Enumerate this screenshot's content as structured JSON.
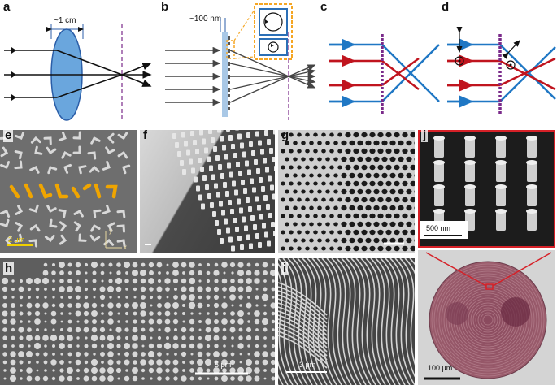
{
  "panel_labels": [
    "a",
    "b",
    "c",
    "d",
    "e",
    "f",
    "g",
    "h",
    "i",
    "j"
  ],
  "annotations": {
    "a_scale": "~1 cm",
    "b_scale": "~100 nm",
    "e_scale": "2 μm",
    "e_axis_y": "y",
    "e_axis_x": "x",
    "h_scale": "5 μm",
    "i_scale": "3 μm",
    "j_top_scale": "500 nm",
    "j_bottom_scale": "100 μm"
  },
  "colors": {
    "blue_ray": "#1f77c4",
    "red_ray": "#c0141e",
    "lens_fill": "#5b9bd5",
    "focus_line": "#7a2a8a",
    "highlight_box": "#f5a623",
    "nanofin_highlight": "#f0a500",
    "frame_red": "#d62027"
  }
}
